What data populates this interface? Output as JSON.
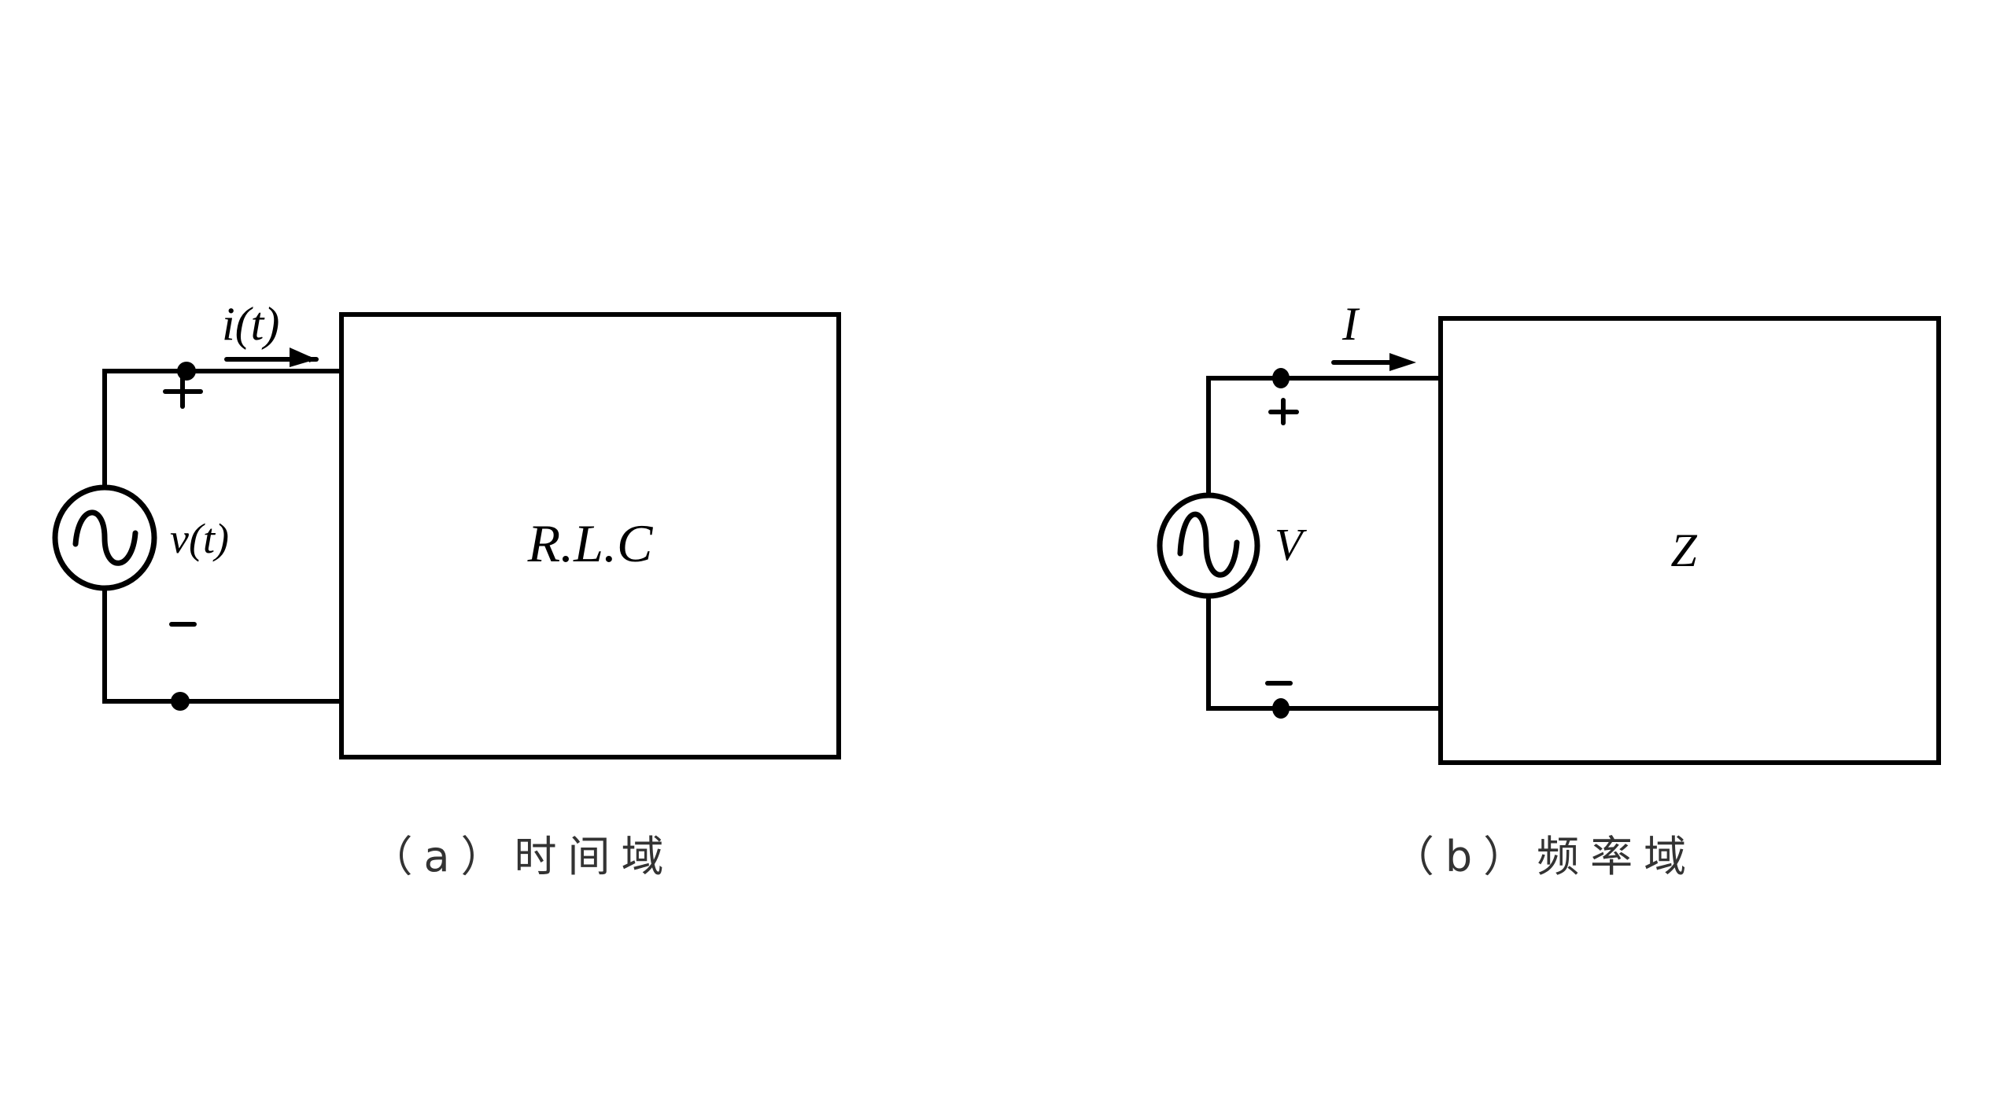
{
  "figure": {
    "panel_a": {
      "caption": "（a）时间域",
      "current_label": "i(t)",
      "voltage_label": "v(t)",
      "load_label": "R.L.C",
      "source_icon": "ac-voltage-source-icon",
      "plus_sign": "+",
      "minus_sign": "−"
    },
    "panel_b": {
      "caption": "（b）频率域",
      "current_label": "I",
      "voltage_label": "V",
      "load_label": "Z",
      "source_icon": "ac-voltage-source-icon",
      "plus_sign": "+",
      "minus_sign": "−"
    },
    "colors": {
      "line": "#000000",
      "caption_text": "#333333",
      "background": "#ffffff"
    }
  }
}
